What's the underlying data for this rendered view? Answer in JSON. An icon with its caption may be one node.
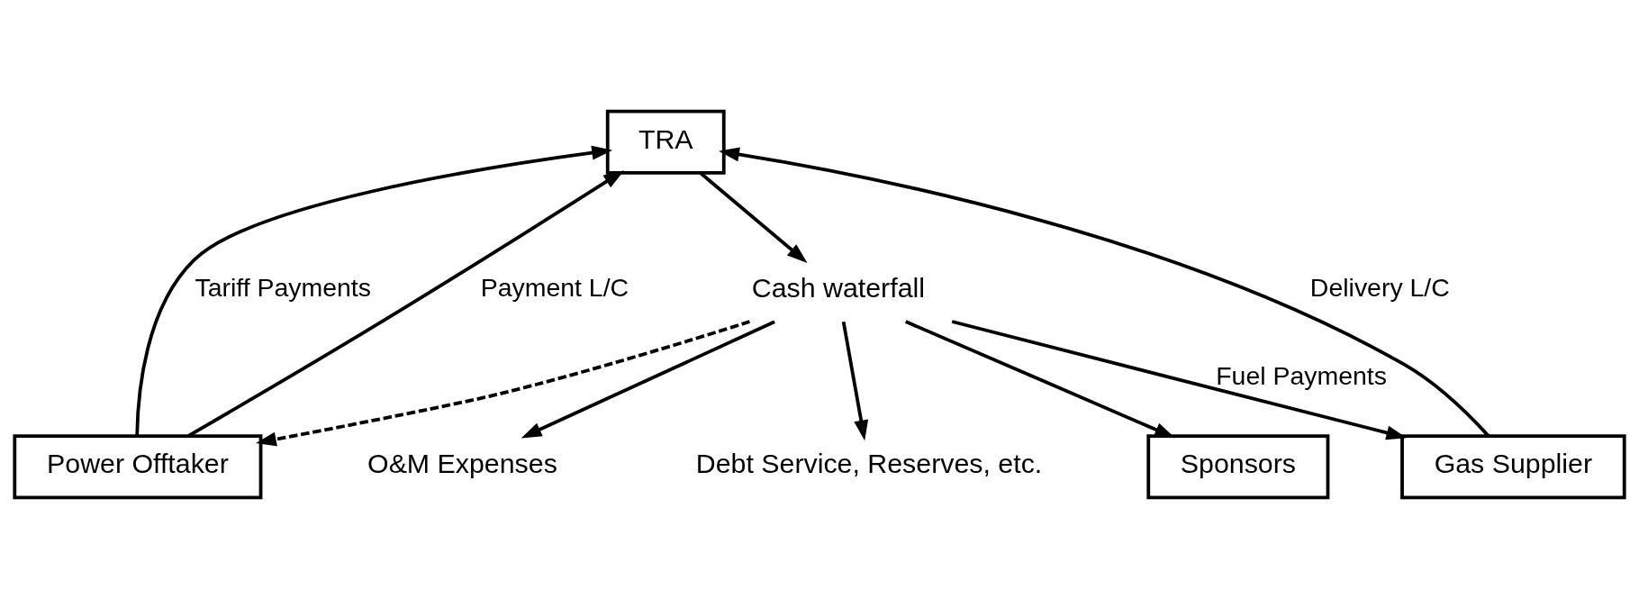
{
  "diagram": {
    "nodes": [
      {
        "text": [
          "TRA"
        ]
      },
      {
        "text": [
          "Cash waterfall"
        ]
      },
      {
        "text": [
          "Power Offtaker"
        ]
      },
      {
        "text": [
          "Gas Supplier"
        ]
      },
      {
        "text": [
          "O&M Expenses"
        ]
      },
      {
        "text": [
          "Debt Service, Reserves, etc."
        ]
      },
      {
        "text": [
          "Sponsors"
        ]
      }
    ],
    "edges": [
      {
        "from": 2,
        "to": 0,
        "arrow": "to",
        "label": "Tariff Payments"
      },
      {
        "from": 2,
        "to": 0,
        "arrow": "to",
        "label": "Payment L/C"
      },
      {
        "from": 3,
        "to": 0,
        "arrow": "to",
        "label": "Delivery L/C"
      },
      {
        "from": 0,
        "to": 1,
        "arrow": "to"
      },
      {
        "from": 1,
        "to": 3,
        "arrow": "to",
        "label": "Fuel Payments"
      },
      {
        "from": 1,
        "to": 2,
        "arrow": "to",
        "style": "dashed"
      },
      {
        "from": 1,
        "to": 4,
        "arrow": "to"
      },
      {
        "from": 1,
        "to": 5,
        "arrow": "to"
      },
      {
        "from": 1,
        "to": 6,
        "arrow": "to"
      }
    ]
  }
}
